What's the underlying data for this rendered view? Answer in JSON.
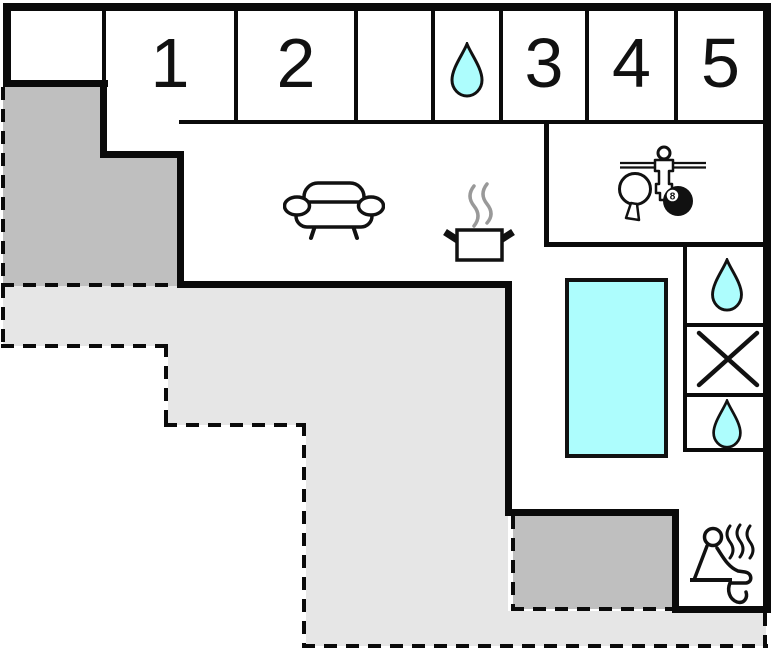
{
  "plan_title": "holiday-home-floor-plan",
  "rooms": {
    "r1": "1",
    "r2": "2",
    "r3": "3",
    "r4": "4",
    "r5": "5"
  },
  "billiard_ball": "8",
  "icons": [
    "water-droplet-icon",
    "sofa-icon",
    "cooking-pot-icon",
    "table-tennis-paddle-icon",
    "foosball-player-icon",
    "billiard-8-ball-icon",
    "swimming-pool",
    "cross-icon",
    "sauna-person-icon",
    "steam-icon"
  ],
  "colors": {
    "water": "#adfdfd",
    "terrace_dark": "#bfbfbf",
    "terrace_light": "#e6e6e6",
    "wall": "#0a0a0a",
    "steam_gray": "#999999"
  }
}
